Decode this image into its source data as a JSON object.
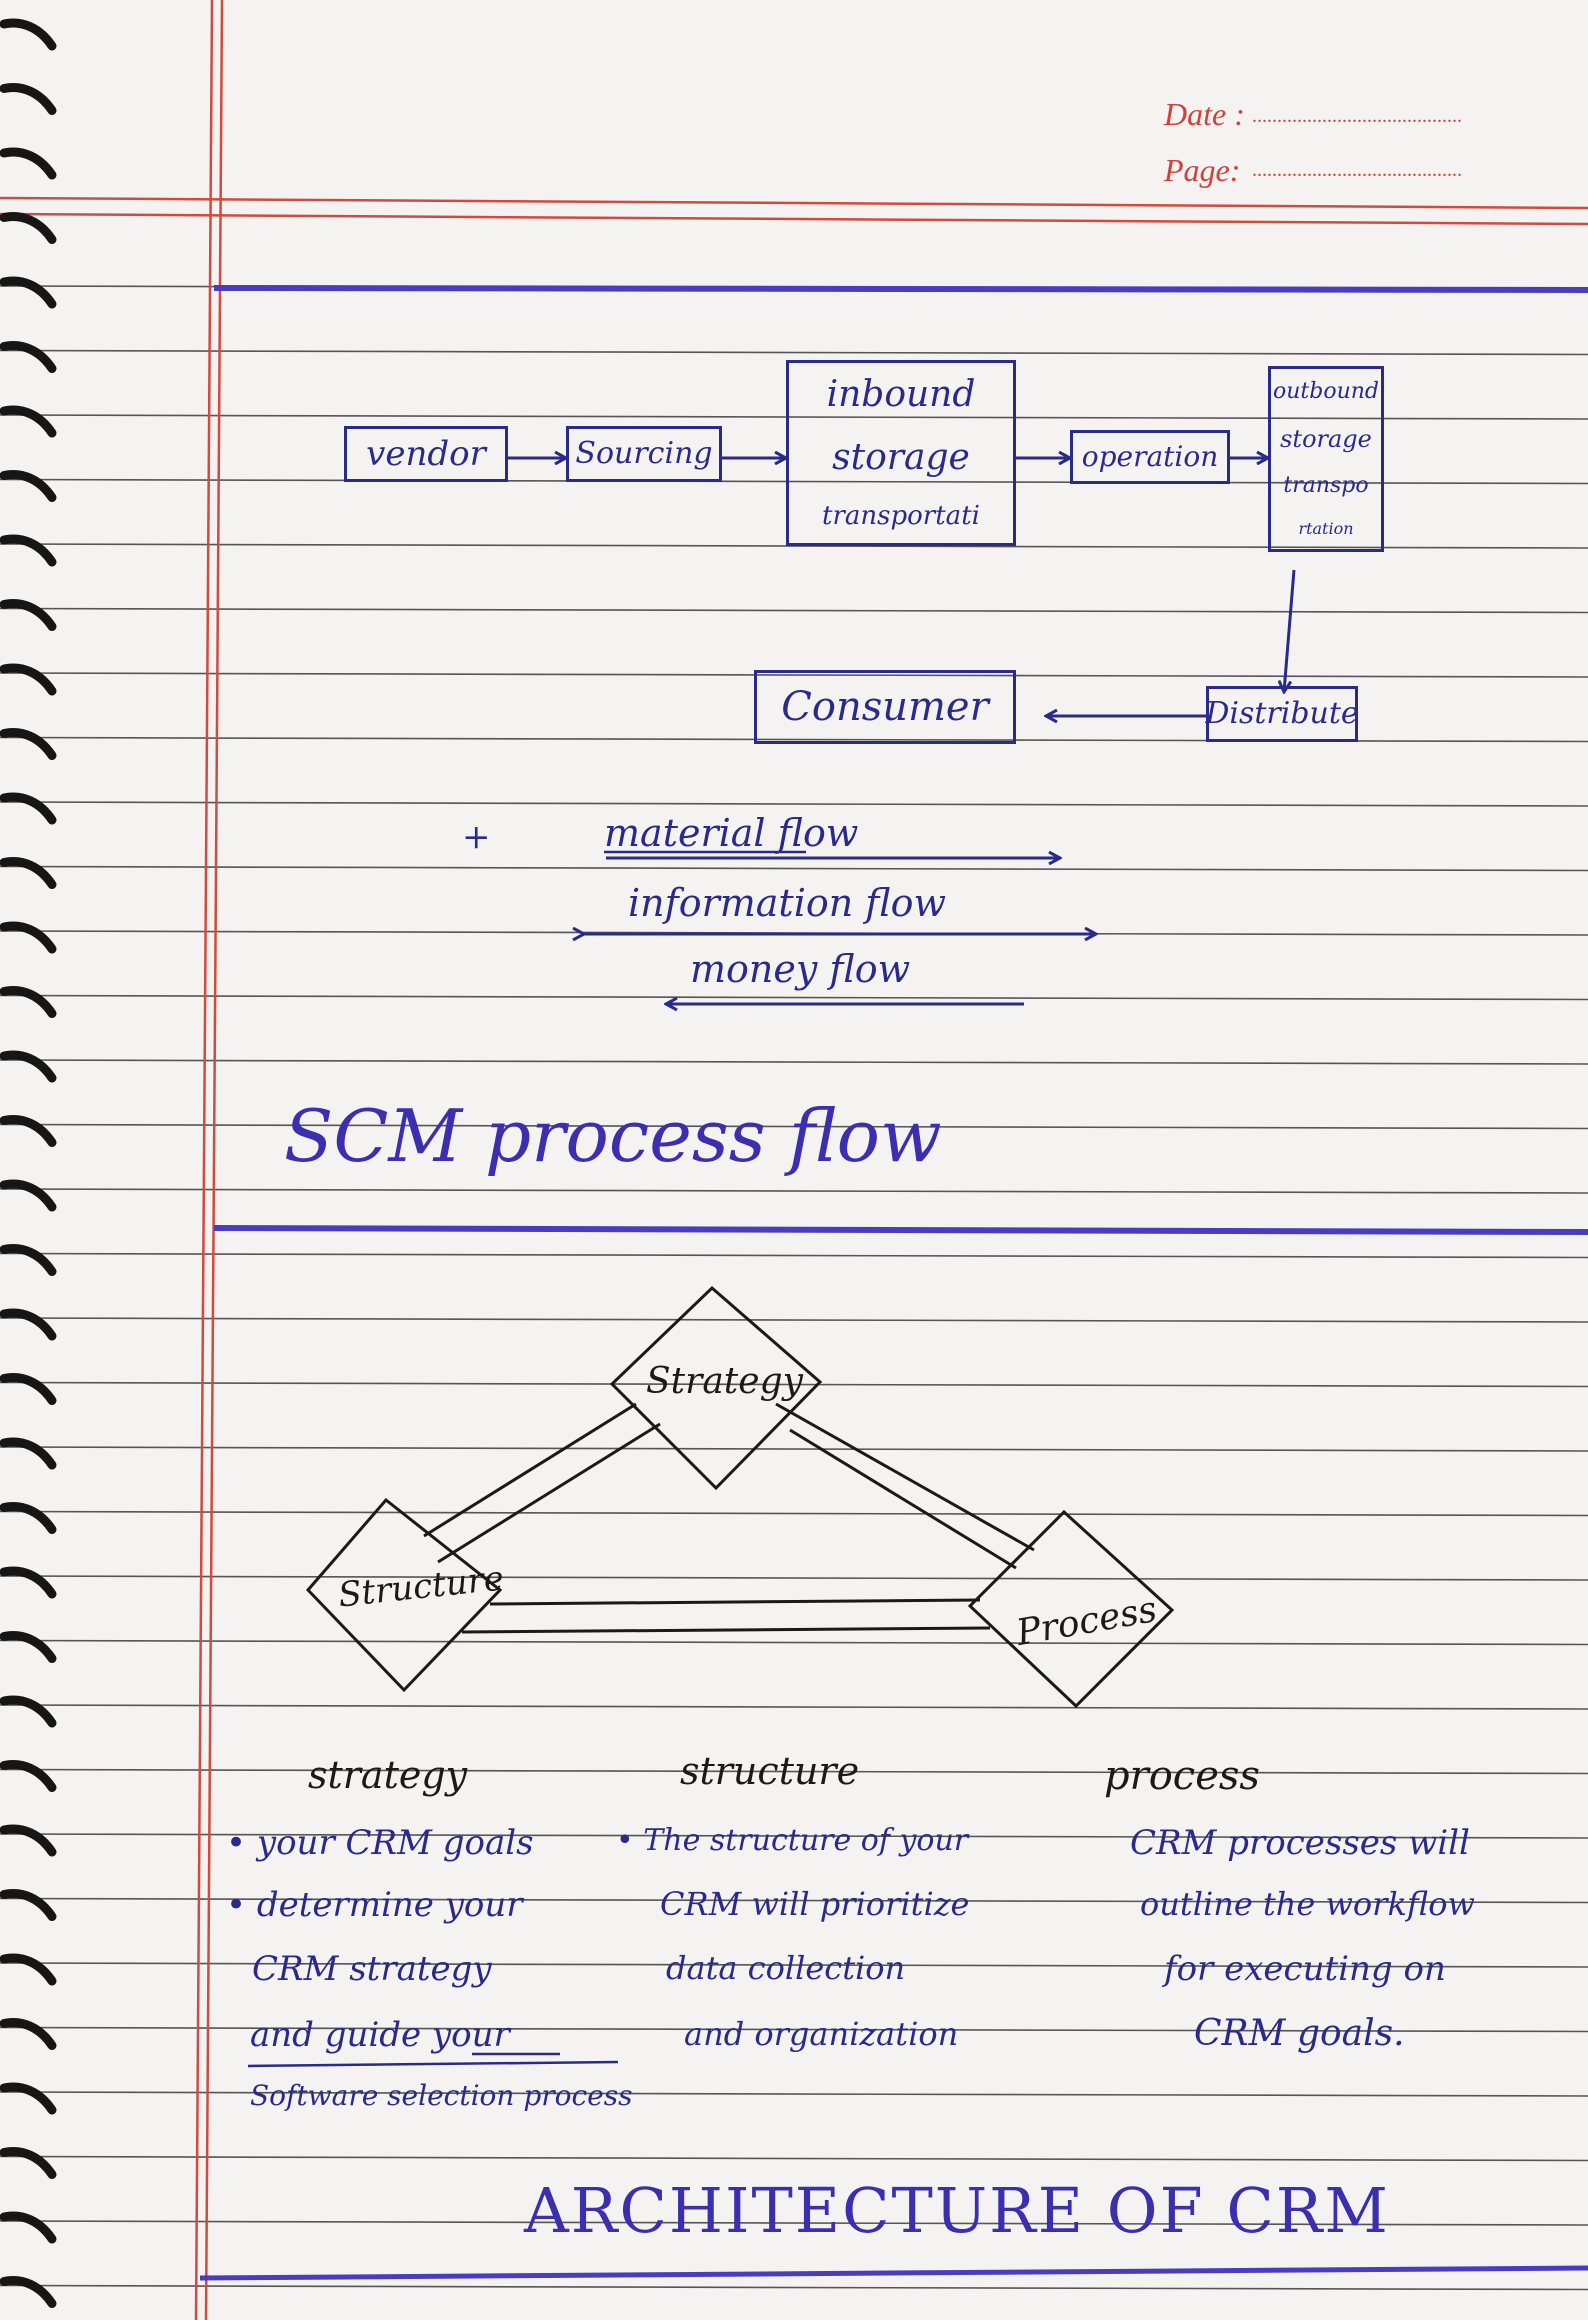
{
  "header": {
    "date_label": "Date :",
    "page_label": "Page:",
    "date_dots": "..........................................",
    "page_dots": ".........................................."
  },
  "scm_diagram": {
    "nodes": {
      "vendor": "vendor",
      "sourcing": "Sourcing",
      "inbound": [
        "inbound",
        "storage",
        "transportati"
      ],
      "operation": "operation",
      "outbound": [
        "outbound",
        "storage",
        "transpo",
        "rtation"
      ],
      "distribute": "Distribute",
      "consumer": "Consumer"
    },
    "legend": {
      "marker": "+",
      "material_flow": "material  flow",
      "information_flow": "information  flow",
      "money_flow": "money  flow"
    },
    "title": "SCM  process  flow"
  },
  "crm_diagram": {
    "nodes": {
      "strategy": "Strategy",
      "structure": "Structure",
      "process": "Process"
    },
    "columns": [
      {
        "heading": "strategy",
        "lines": [
          "• your  CRM  goals",
          "• determine your",
          "CRM  strategy",
          "and  guide  your",
          "Software  selection  process"
        ]
      },
      {
        "heading": "structure",
        "lines": [
          "• The structure of your",
          "CRM  will prioritize",
          "data  collection",
          "and  organization"
        ]
      },
      {
        "heading": "process",
        "lines": [
          "CRM  processes  will",
          "outline  the  workflow",
          "for  executing  on",
          "CRM  goals."
        ]
      }
    ],
    "title": "ARCHITECTURE  OF  CRM"
  },
  "colors": {
    "ink": "#2a2a8c",
    "title_ink": "#3b2fb0",
    "rule_line": "#3a3a3a",
    "margin_red": "#d04a3f",
    "paper": "#f4f3f1"
  }
}
